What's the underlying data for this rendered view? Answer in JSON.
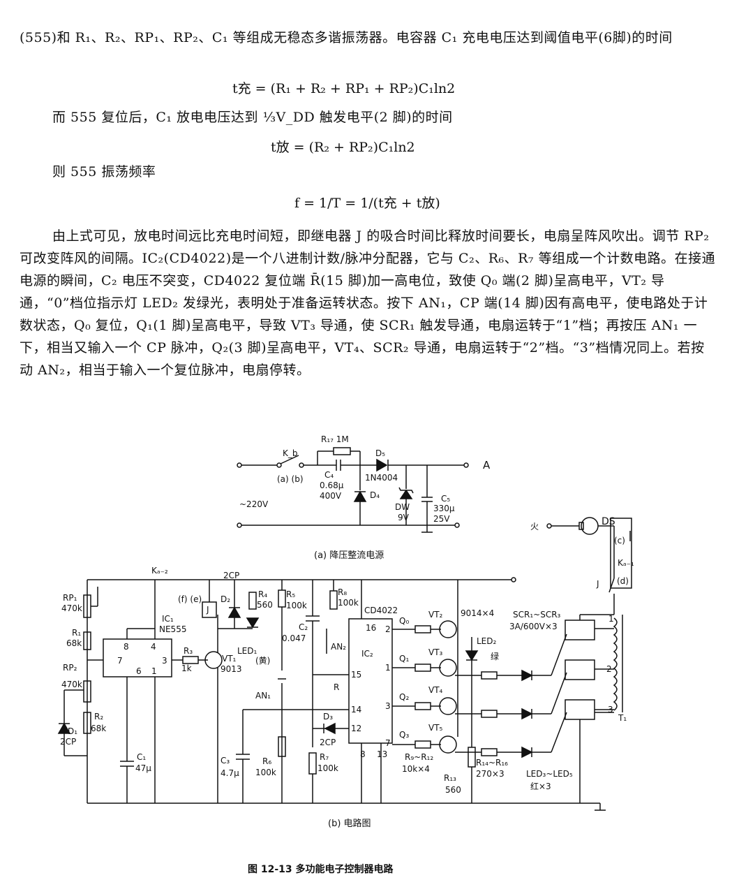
{
  "text": {
    "p1": "(555)和 R₁、R₂、RP₁、RP₂、C₁ 等组成无稳态多谐振荡器。电容器 C₁ 充电电压达到阈值电平(6脚)的时间",
    "eq1": "t充 = (R₁ + R₂ + RP₁ + RP₂)C₁ln2",
    "p2": "而 555 复位后，C₁ 放电电压达到 ⅓V_DD 触发电平(2 脚)的时间",
    "eq2": "t放 = (R₂ + RP₂)C₁ln2",
    "p3": "则 555 振荡频率",
    "eq3": "f = 1/T = 1/(t充 + t放)",
    "p4": "由上式可见，放电时间远比充电时间短，即继电器 J 的吸合时间比释放时间要长，电扇呈阵风吹出。调节 RP₂ 可改变阵风的间隔。IC₂(CD4022)是一个八进制计数/脉冲分配器，它与 C₂、R₆、R₇ 等组成一个计数电路。在接通电源的瞬间，C₂ 电压不突变，CD4022 复位端 R̄(15 脚)加一高电位，致使 Q₀ 端(2 脚)呈高电平，VT₂ 导通，“0”档位指示灯 LED₂ 发绿光，表明处于准备运转状态。按下 AN₁，CP 端(14 脚)因有高电平，使电路处于计数状态，Q₀ 复位，Q₁(1 脚)呈高电平，导致 VT₃ 导通，使 SCR₁ 触发导通，电扇运转于“1”档；再按压 AN₁ 一下，相当又输入一个 CP 脉冲，Q₂(3 脚)呈高电平，VT₄、SCR₂ 导通，电扇运转于“2”档。“3”档情况同上。若按动 AN₂，相当于输入一个复位脉冲，电扇停转。"
  },
  "captions": {
    "a": "(a) 降压整流电源",
    "b": "(b) 电路图",
    "figure": "图 12-13   多功能电子控制器电路"
  },
  "labels": {
    "R1_1M": "R₁₇ 1M",
    "D5": "D₅",
    "A": "A",
    "Kb": "K_b",
    "ab": "(a) (b)",
    "C4": "C₄",
    "C4v": "0.68μ",
    "C4u": "400V",
    "n1N4004": "1N4004",
    "D4": "D₄",
    "ac220": "~220V",
    "DW": "DW",
    "DWv": "9V",
    "C5": "C₅",
    "C5v": "330μ",
    "C5u": "25V",
    "fire": "火",
    "DS": "DS",
    "c": "(c)",
    "d": "(d)",
    "Ka1": "Kₐ₋₁",
    "J": "J",
    "Ka2": "Kₐ₋₂",
    "fe": "(f) (e)",
    "twoCP": "2CP",
    "RP1": "RP₁",
    "RP1v": "470k",
    "R1": "R₁",
    "R1v": "68k",
    "RP2": "RP₂",
    "RP2v": "470k",
    "D1": "D₁",
    "D1v": "2CP",
    "R2": "R₂",
    "R2v": "68k",
    "IC1": "IC₁",
    "NE555": "NE555",
    "p8": "8",
    "p4": "4",
    "p7": "7",
    "p6": "6",
    "p1": "1",
    "p3": "3",
    "C1": "C₁",
    "C1v": "47μ",
    "R3": "R₃",
    "R3v": "1k",
    "D2": "D₂",
    "Jbox": "J",
    "R4": "R₄",
    "R4v": "560",
    "VT1": "VT₁",
    "VT1v": "9013",
    "LED1": "LED₁",
    "LED1c": "(黄)",
    "R5": "R₅",
    "R5v": "100k",
    "C2": "C₂",
    "C2v": "0.047",
    "AN2": "AN₂",
    "AN1": "AN₁",
    "R8": "R₈",
    "R8v": "100k",
    "CD4022": "CD4022",
    "IC2": "IC₂",
    "p16": "16",
    "p2": "2",
    "q1": "1",
    "q3": "3",
    "p7b": "7",
    "p15": "15",
    "p14": "14",
    "p12": "12",
    "p8b": "8",
    "p13": "13",
    "Rr": "R",
    "D3": "D₃",
    "D3v": "2CP",
    "R7": "R₇",
    "R7v": "100k",
    "C3": "C₃",
    "C3v": "4.7μ",
    "R6": "R₆",
    "R6v": "100k",
    "Q0": "Q₀",
    "Q1": "Q₁",
    "Q2": "Q₂",
    "Q3": "Q₃",
    "VT2": "VT₂",
    "VT3": "VT₃",
    "VT4": "VT₄",
    "VT5": "VT₅",
    "x9014": "9014×4",
    "LED2": "LED₂",
    "green": "绿",
    "R912": "R₉~R₁₂",
    "R912v": "10k×4",
    "R13": "R₁₃",
    "R13v": "560",
    "R1416": "R₁₄~R₁₆",
    "R1416v": "270×3",
    "LED35": "LED₃~LED₅",
    "red": "红×3",
    "SCR": "SCR₁~SCR₃",
    "SCRv": "3A/600V×3",
    "t1": "1",
    "t2": "2",
    "t3": "3",
    "T1": "T₁"
  }
}
